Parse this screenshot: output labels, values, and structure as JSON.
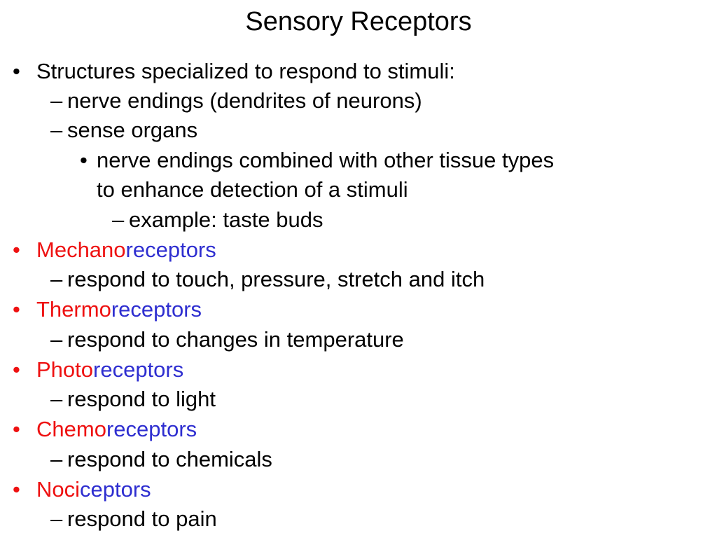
{
  "title": "Sensory Receptors",
  "bullet_glyph": "•",
  "dash_glyph": "–",
  "colors": {
    "prefix": "#ee1111",
    "suffix": "#2e2ed0",
    "text": "#000000"
  },
  "intro": {
    "text": "Structures specialized to respond to stimuli:",
    "sub1": "nerve endings (dendrites of neurons)",
    "sub2": "sense organs",
    "sub2_detail_line1": "nerve endings combined with other tissue types",
    "sub2_detail_line2": "to enhance detection of a stimuli",
    "example": "example:  taste buds"
  },
  "receptors": [
    {
      "prefix": "Mechano",
      "suffix": "receptors",
      "description": "respond to touch, pressure, stretch and itch"
    },
    {
      "prefix": "Thermo",
      "suffix": "receptors",
      "description": "respond to changes in temperature"
    },
    {
      "prefix": "Photo",
      "suffix": "receptors",
      "description": "respond to light"
    },
    {
      "prefix": "Chemo",
      "suffix": "receptors",
      "description": "respond to chemicals"
    },
    {
      "prefix": "Noci",
      "suffix": "ceptors",
      "description": "respond to pain"
    }
  ]
}
